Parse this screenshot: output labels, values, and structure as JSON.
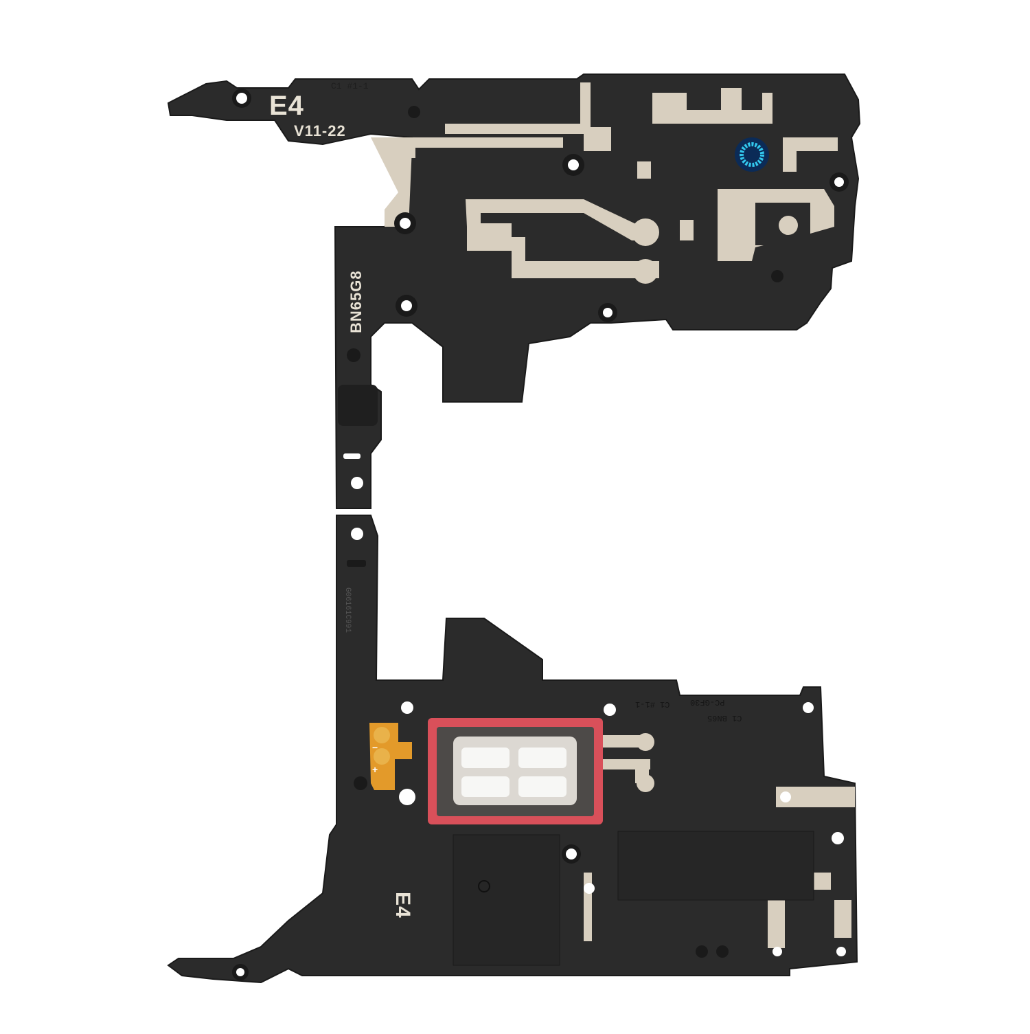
{
  "image": {
    "subject": "Loudspeaker and antenna module frame (phone spare part) on white background",
    "background_color": "#ffffff",
    "colors": {
      "frame": "#2b2b2b",
      "frame_edge": "#1a1a1a",
      "antenna_trace": "#d8cfbf",
      "gasket": "#d9505a",
      "mesh": "#e4e2dd",
      "flex": "#e39a2a",
      "sensor": "#1a9fd6"
    }
  },
  "markings": {
    "top_model": "E4",
    "top_version": "V11-22",
    "top_small": "C1 #1-1",
    "side_code": "BN65G8",
    "side_small": "G06161C991",
    "bottom_model": "E4",
    "bottom_small_1": "C1 #1-1",
    "bottom_small_2": "PC-GF30",
    "bottom_small_3": "C1 BN65",
    "flex_minus": "−",
    "flex_plus": "+"
  }
}
